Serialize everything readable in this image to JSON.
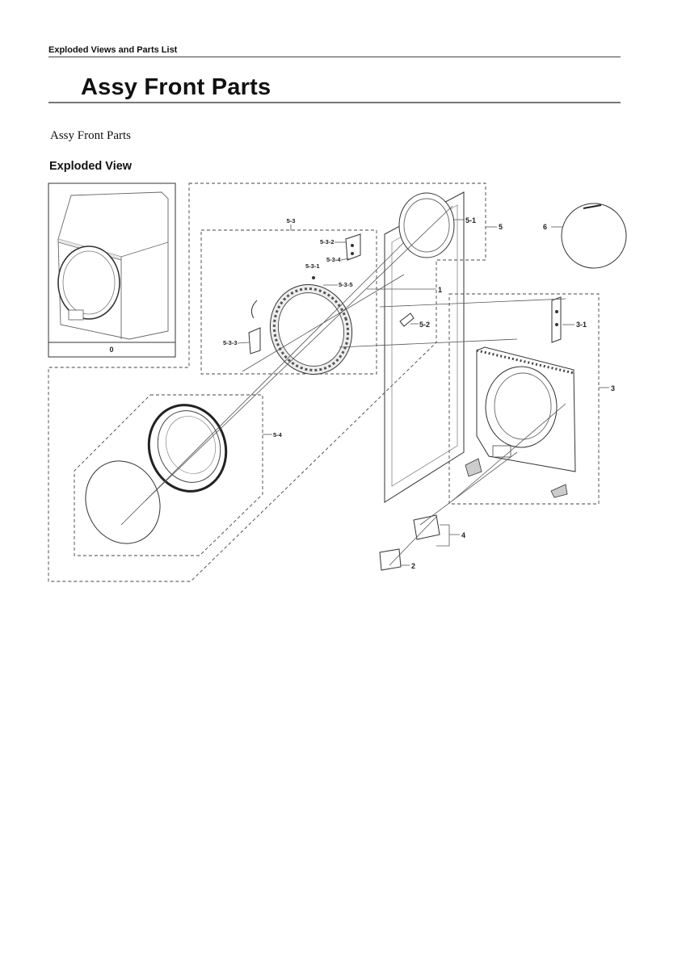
{
  "header": {
    "section": "Exploded Views and Parts List"
  },
  "page": {
    "title": "Assy Front Parts",
    "subtitle": "Assy Front Parts",
    "heading": "Exploded View"
  },
  "diagram": {
    "inset_label": "0",
    "callouts": {
      "c1": "1",
      "c2": "2",
      "c3": "3",
      "c3_1": "3-1",
      "c4": "4",
      "c5": "5",
      "c5_1": "5-1",
      "c5_2": "5-2",
      "c5_3": "5-3",
      "c5_3_1": "5-3-1",
      "c5_3_2": "5-3-2",
      "c5_3_3": "5-3-3",
      "c5_3_4": "5-3-4",
      "c5_3_5": "5-3-5",
      "c5_4": "5-4",
      "c6": "6"
    }
  }
}
